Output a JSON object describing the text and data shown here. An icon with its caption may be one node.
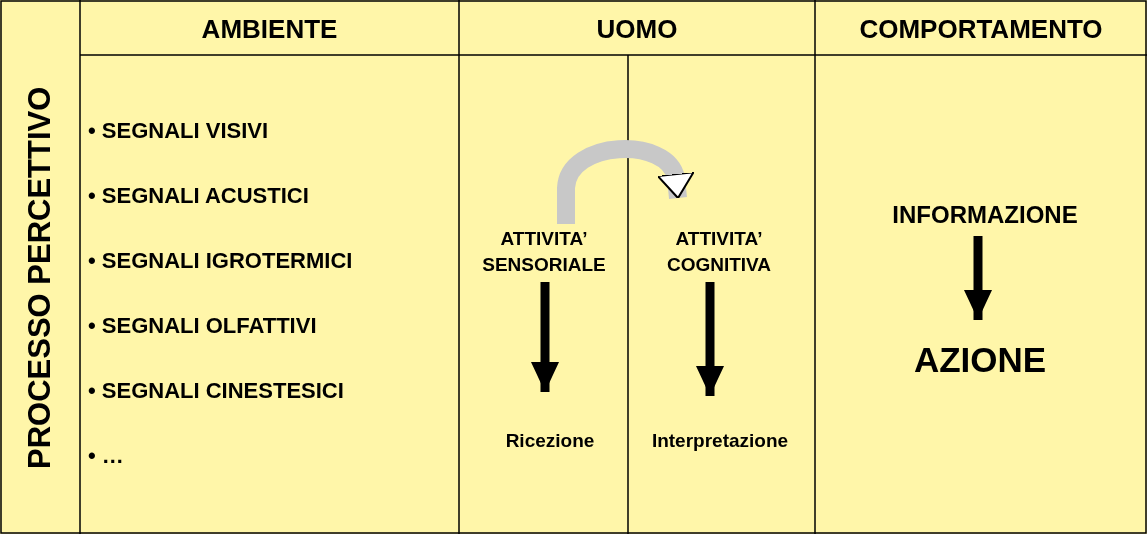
{
  "diagram": {
    "nodes": [
      {
        "text": [
          "AMBIENTE"
        ]
      },
      {
        "text": [
          "UOMO"
        ]
      },
      {
        "text": [
          "ATTIVITA’ SENSORIALE"
        ],
        "in": 1
      },
      {
        "text": [
          "Ricezione"
        ],
        "in": 1
      },
      {
        "text": [
          "ATTIVITA’ COGNITIVA"
        ],
        "in": 1
      },
      {
        "text": [
          "Interpretazione"
        ],
        "in": 1
      },
      {
        "text": [
          "COMPORTAMENTO"
        ]
      },
      {
        "text": [
          "INFORMAZIONE"
        ],
        "in": 6
      },
      {
        "text": [
          "AZIONE"
        ],
        "in": 6
      }
    ],
    "edges": [
      {
        "from": 2,
        "to": 4,
        "arrow": "to",
        "style": "thick",
        "color": "#c8c8c8"
      },
      {
        "from": 2,
        "to": 3,
        "arrow": "to"
      },
      {
        "from": 4,
        "to": 5,
        "arrow": "to"
      },
      {
        "from": 7,
        "to": 8,
        "arrow": "to"
      }
    ],
    "labels": [
      "PROCESSO PERCETTIVO",
      "• SEGNALI VISIVI",
      "• SEGNALI ACUSTICI",
      "• SEGNALI IGROTERMICI",
      "• SEGNALI OLFATTIVI",
      "• SEGNALI CINESTESICI",
      "• …"
    ]
  }
}
